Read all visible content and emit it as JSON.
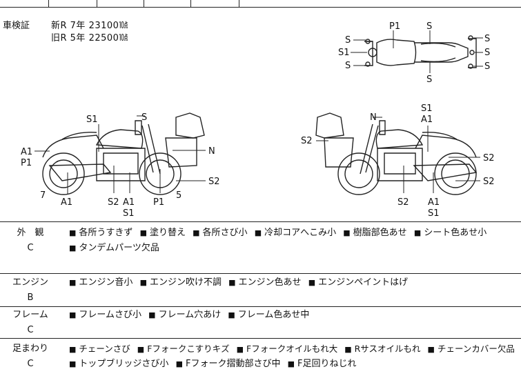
{
  "inspection": {
    "label": "車検証",
    "new_line": "新R 7年 23100㍢",
    "old_line": "旧R 5年 22500㍢"
  },
  "diagram_labels": {
    "top": [
      "P1",
      "S",
      "S",
      "S1",
      "S",
      "S",
      "S",
      "S",
      "S"
    ],
    "left": [
      "S1",
      "S",
      "A1",
      "P1",
      "N",
      "7",
      "A1",
      "S2",
      "A1",
      "S1",
      "P1",
      "5",
      "S2"
    ],
    "right": [
      "S1",
      "A1",
      "N",
      "S2",
      "S2",
      "S2",
      "S2",
      "A1",
      "S1"
    ]
  },
  "rows": [
    {
      "category": "外　観",
      "grade": "C",
      "lines": [
        [
          "各所うすきず",
          "塗り替え",
          "各所さび小",
          "冷却コアへこみ小",
          "樹脂部色あせ",
          "シート色あせ小"
        ],
        [
          "タンデムパーツ欠品"
        ]
      ]
    },
    {
      "category": "エンジン",
      "grade": "B",
      "lines": [
        [
          "エンジン音小",
          "エンジン吹け不調",
          "エンジン色あせ",
          "エンジンペイントはげ"
        ]
      ]
    },
    {
      "category": "フレーム",
      "grade": "C",
      "lines": [
        [
          "フレームさび小",
          "フレーム穴あけ",
          "フレーム色あせ中"
        ]
      ]
    },
    {
      "category": "足まわり",
      "grade": "C",
      "lines": [
        [
          "チェーンさび",
          "Fフォークこすりキズ",
          "Fフォークオイルもれ大",
          "Rサスオイルもれ",
          "チェーンカバー欠品"
        ],
        [
          "トップブリッジさび小",
          "Fフォーク摺動部さび中",
          "F足回りねじれ"
        ]
      ]
    }
  ]
}
